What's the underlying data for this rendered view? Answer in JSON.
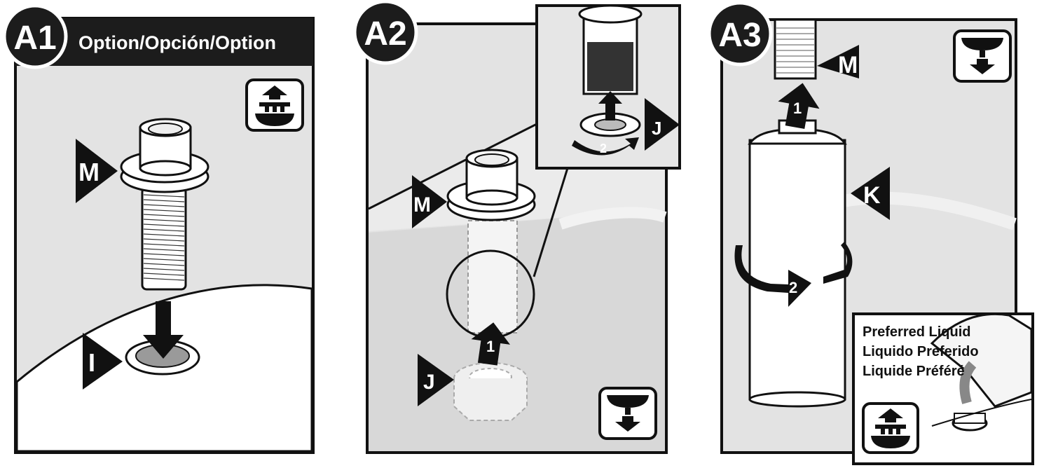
{
  "panels": [
    {
      "badge": "A1",
      "header": "Option/Opción/Option",
      "labels": {
        "m": "M",
        "i": "I"
      }
    },
    {
      "badge": "A2",
      "labels": {
        "m": "M",
        "j": "J",
        "inset_j": "J",
        "step1": "1",
        "step2": "2"
      }
    },
    {
      "badge": "A3",
      "labels": {
        "m": "M",
        "k": "K",
        "step1": "1",
        "step2": "2"
      },
      "note_lines": [
        "Preferred Liquid",
        "Liquido Preferido",
        "Liquide Préféré"
      ]
    }
  ],
  "icons": {
    "a1_corner": "above-sink-install-icon",
    "a2_corner": "below-sink-install-icon",
    "a3_corner": "below-sink-install-icon",
    "a3_note": "above-sink-install-icon"
  },
  "colors": {
    "panel_bg": "#e3e3e3",
    "sink_white": "#ffffff",
    "outline": "#111111",
    "badge_bg": "#1c1c1c",
    "header_bg": "#1c1c1c"
  }
}
